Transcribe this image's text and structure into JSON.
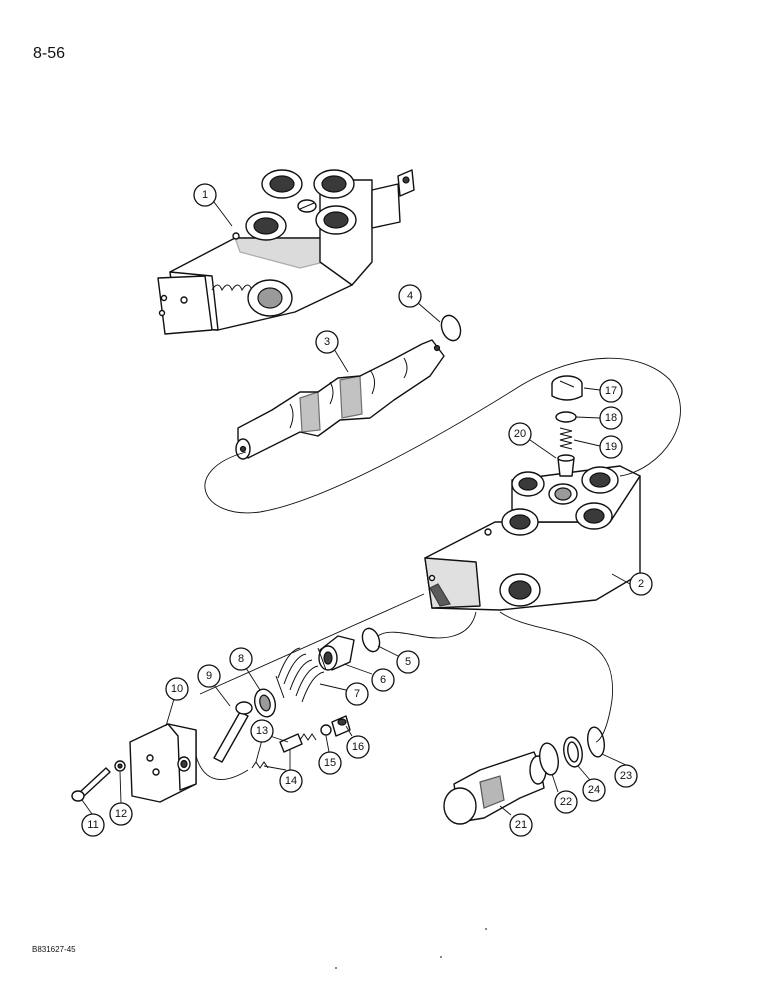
{
  "page": {
    "page_number": "8-56",
    "figure_code": "B831627-45"
  },
  "callouts": [
    {
      "id": "1",
      "label": "1",
      "part": "valve-body-assembly"
    },
    {
      "id": "2",
      "label": "2",
      "part": "valve-body"
    },
    {
      "id": "3",
      "label": "3",
      "part": "spool"
    },
    {
      "id": "4",
      "label": "4",
      "part": "o-ring"
    },
    {
      "id": "5",
      "label": "5",
      "part": "o-ring"
    },
    {
      "id": "6",
      "label": "6",
      "part": "spring-seat"
    },
    {
      "id": "7",
      "label": "7",
      "part": "spring"
    },
    {
      "id": "8",
      "label": "8",
      "part": "spring-seat"
    },
    {
      "id": "9",
      "label": "9",
      "part": "bolt"
    },
    {
      "id": "10",
      "label": "10",
      "part": "end-cap"
    },
    {
      "id": "11",
      "label": "11",
      "part": "cap-screw"
    },
    {
      "id": "12",
      "label": "12",
      "part": "washer"
    },
    {
      "id": "13",
      "label": "13",
      "part": "spring"
    },
    {
      "id": "14",
      "label": "14",
      "part": "poppet"
    },
    {
      "id": "15",
      "label": "15",
      "part": "ball"
    },
    {
      "id": "16",
      "label": "16",
      "part": "seat"
    },
    {
      "id": "17",
      "label": "17",
      "part": "plug"
    },
    {
      "id": "18",
      "label": "18",
      "part": "o-ring"
    },
    {
      "id": "19",
      "label": "19",
      "part": "spring"
    },
    {
      "id": "20",
      "label": "20",
      "part": "poppet"
    },
    {
      "id": "21",
      "label": "21",
      "part": "relief-valve"
    },
    {
      "id": "22",
      "label": "22",
      "part": "o-ring"
    },
    {
      "id": "23",
      "label": "23",
      "part": "o-ring"
    },
    {
      "id": "24",
      "label": "24",
      "part": "backup-ring"
    }
  ]
}
